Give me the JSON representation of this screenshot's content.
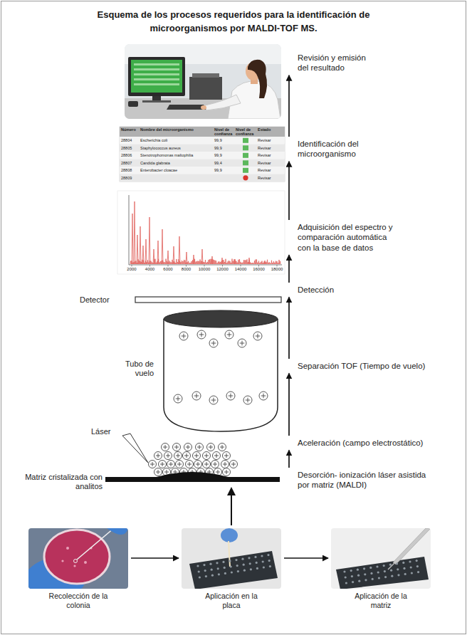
{
  "diagram": {
    "title": "Esquema de los procesos requeridos para la identificación de microorganismos por MALDI-TOF MS.",
    "nodes": [
      {
        "text": [
          "Recolección de la colonia"
        ]
      },
      {
        "text": [
          "Aplicación en la placa"
        ]
      },
      {
        "text": [
          "Aplicación de la matriz"
        ]
      },
      {
        "text": [
          "Desorción- ionización láser asistida por matriz (MALDI)"
        ]
      },
      {
        "text": [
          "Aceleración (campo electrostático)"
        ]
      },
      {
        "text": [
          "Separación TOF (Tiempo de vuelo)"
        ]
      },
      {
        "text": [
          "Detección"
        ]
      },
      {
        "text": [
          "Adquisición del espectro y comparación automática con la base de datos"
        ]
      },
      {
        "text": [
          "Identificación del microorganismo"
        ]
      },
      {
        "text": [
          "Revisión y emisión del resultado"
        ]
      }
    ],
    "edges": [
      {
        "from": 0,
        "to": 1,
        "arrow": "to"
      },
      {
        "from": 1,
        "to": 2,
        "arrow": "to"
      },
      {
        "from": 3,
        "to": 4,
        "arrow": "to"
      },
      {
        "from": 4,
        "to": 5,
        "arrow": "to"
      },
      {
        "from": 5,
        "to": 6,
        "arrow": "to"
      },
      {
        "from": 6,
        "to": 7,
        "arrow": "to"
      },
      {
        "from": 7,
        "to": 8,
        "arrow": "to"
      },
      {
        "from": 8,
        "to": 9,
        "arrow": "to"
      }
    ],
    "labels": [
      "Detector",
      "Tubo de vuelo",
      "Láser",
      "Matriz cristalizada con analitos",
      "Número",
      "Nombre del microorganismo",
      "Nivel de confianza",
      "Nivel de confianza",
      "Estado",
      "28804",
      "Escherichia coli",
      "99,9",
      "Revisar",
      "28805",
      "Staphylococcus aureus",
      "99,9",
      "Revisar",
      "28806",
      "Stenotrophomonas maltophilia",
      "99,9",
      "Revisar",
      "28807",
      "Candida glabrata",
      "99,4",
      "Revisar",
      "28808",
      "Enterobacter cloacae",
      "99,9",
      "Revisar",
      "28809",
      "Revisar",
      "2000",
      "4000",
      "6000",
      "8000",
      "10000",
      "12000",
      "14000",
      "16000",
      "18000"
    ]
  }
}
